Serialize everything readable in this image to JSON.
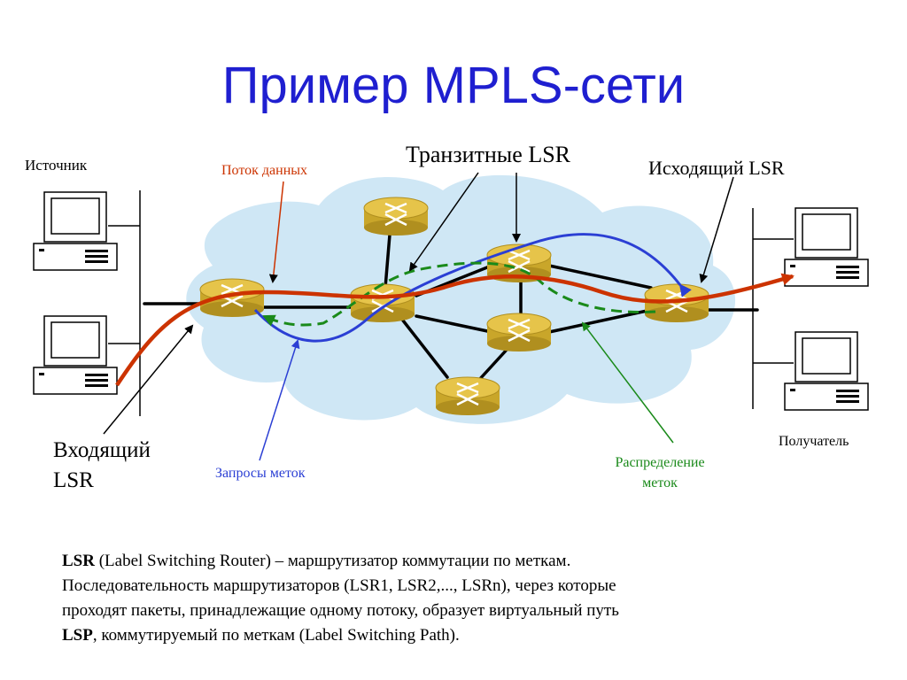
{
  "title": "Пример MPLS-сети",
  "labels": {
    "source": "Источник",
    "data_flow": "Поток данных",
    "transit_lsr": "Транзитные LSR",
    "egress_lsr": "Исходящий LSR",
    "ingress_lsr_line1": "Входящий",
    "ingress_lsr_line2": "LSR",
    "label_requests": "Запросы меток",
    "label_distribution_line1": "Распределение",
    "label_distribution_line2": "меток",
    "receiver": "Получатель"
  },
  "description": {
    "line1_bold": "LSR",
    "line1_rest": " (Label Switching Router) – маршрутизатор коммутации по меткам.",
    "line2": "Последовательность маршрутизаторов (LSR1, LSR2,..., LSRn), через которые",
    "line3": "проходят пакеты, принадлежащие одному потоку, образует виртуальный путь",
    "line4_bold": "LSP",
    "line4_rest": ", коммутируемый по меткам (Label Switching Path)."
  },
  "colors": {
    "title": "#1f1fd0",
    "data_flow": "#cc3300",
    "label_requests": "#2b3fd4",
    "label_distribution": "#1a8a1a",
    "cloud": "#cfe7f5",
    "router_top": "#e6c44a",
    "router_body": "#c9a62a"
  }
}
